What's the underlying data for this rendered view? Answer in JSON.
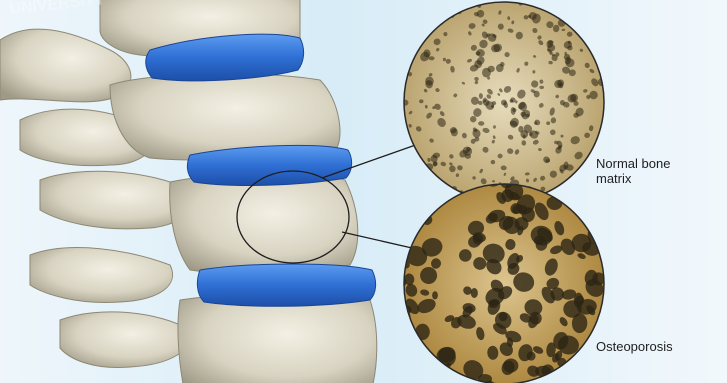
{
  "labels": {
    "normal": "Normal bone matrix",
    "osteoporosis": "Osteoporosis"
  },
  "colors": {
    "background": "#dcedf7",
    "bone": "#d9d5c4",
    "bone_shade": "#a8a38f",
    "disc": "#2f6fd4",
    "normal_matrix": "#c9b27c",
    "osteo_matrix": "#b8913f",
    "pore": "#2d2614"
  },
  "watermark": "UNIVERSITY"
}
